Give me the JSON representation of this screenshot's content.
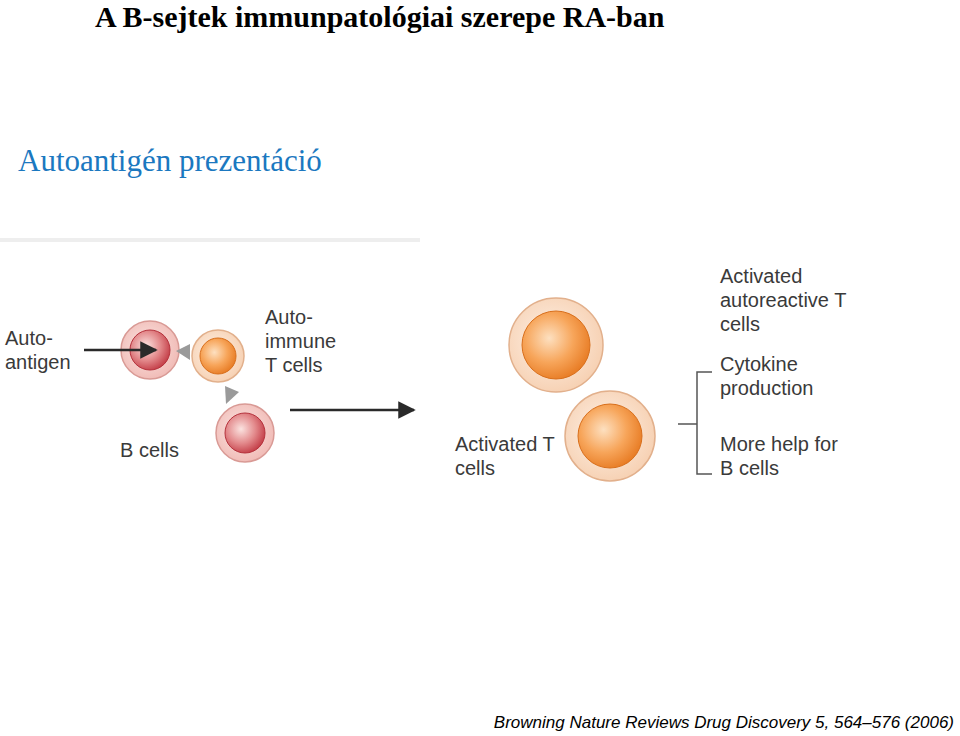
{
  "diagram": {
    "title": "A B-sejtek immunpatológiai szerepe RA-ban",
    "caption": "Browning Nature Reviews Drug Discovery 5, 564–576 (2006)",
    "labels": [
      "Autoantigén prezentáció",
      "Auto- antigen",
      "Auto- immune T cells",
      "B cells",
      "Activated T cells",
      "Activated autoreactive T cells",
      "Cytokine production",
      "More help for B cells"
    ]
  }
}
